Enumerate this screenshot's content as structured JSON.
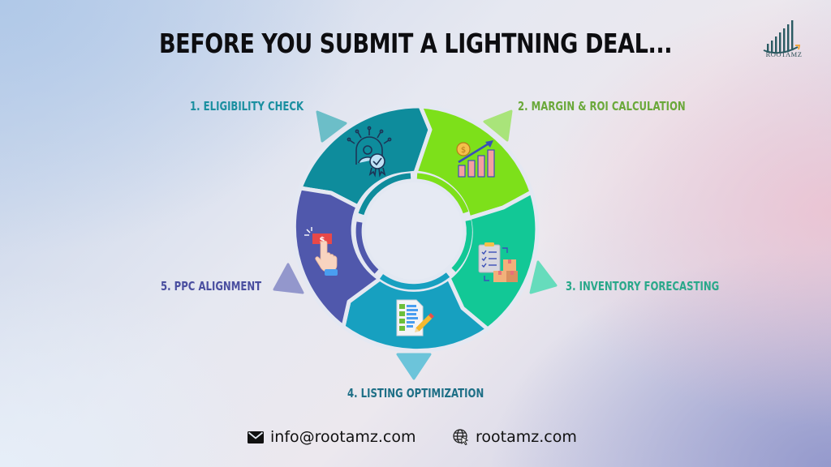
{
  "header": {
    "title": "BEFORE YOU SUBMIT A LIGHTNING DEAL...",
    "logo_text": "ROOTAMZ",
    "logo_icon": "rising-bars-logo-icon"
  },
  "diagram": {
    "type": "cycle",
    "center_empty": true,
    "steps": [
      {
        "number": 1,
        "label": "1. ELIGIBILITY CHECK",
        "icon": "badge-verified-user-icon",
        "color": "#0e8c9c",
        "label_color": "#1a8fa0",
        "arrow_color": "#6cbec8"
      },
      {
        "number": 2,
        "label": "2. MARGIN & ROI CALCULATION",
        "icon": "growth-chart-dollar-icon",
        "color": "#7de01a",
        "label_color": "#6aa83a",
        "arrow_color": "#a9e47a"
      },
      {
        "number": 3,
        "label": "3. INVENTORY FORECASTING",
        "icon": "clipboard-boxes-icon",
        "color": "#12c896",
        "label_color": "#2aa88a",
        "arrow_color": "#66dcbc"
      },
      {
        "number": 4,
        "label": "4. LISTING OPTIMIZATION",
        "icon": "checklist-pencil-icon",
        "color": "#17a0c0",
        "label_color": "#1e6f86",
        "arrow_color": "#6cc4da"
      },
      {
        "number": 5,
        "label": "5. PPC ALIGNMENT",
        "icon": "click-dollar-icon",
        "color": "#5058ac",
        "label_color": "#4a4fa0",
        "arrow_color": "#9397cc"
      }
    ]
  },
  "footer": {
    "email": "info@rootamz.com",
    "email_icon": "envelope-icon",
    "website": "rootamz.com",
    "website_icon": "globe-cursor-icon"
  }
}
